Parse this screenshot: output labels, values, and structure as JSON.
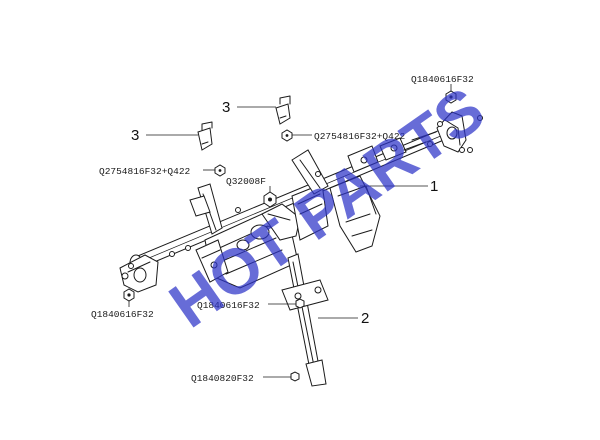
{
  "watermark": "HOT PARTS",
  "callouts": {
    "c1": "1",
    "c2": "2",
    "c3a": "3",
    "c3b": "3"
  },
  "part_numbers": {
    "q1840616_top": "Q1840616F32",
    "q2754816_right": "Q2754816F32+Q422",
    "q2754816_left": "Q2754816F32+Q422",
    "q32008": "Q32008F",
    "q1840616_left": "Q1840616F32",
    "q1840616_mid": "Q1840616F32",
    "q1840820": "Q1840820F32"
  }
}
